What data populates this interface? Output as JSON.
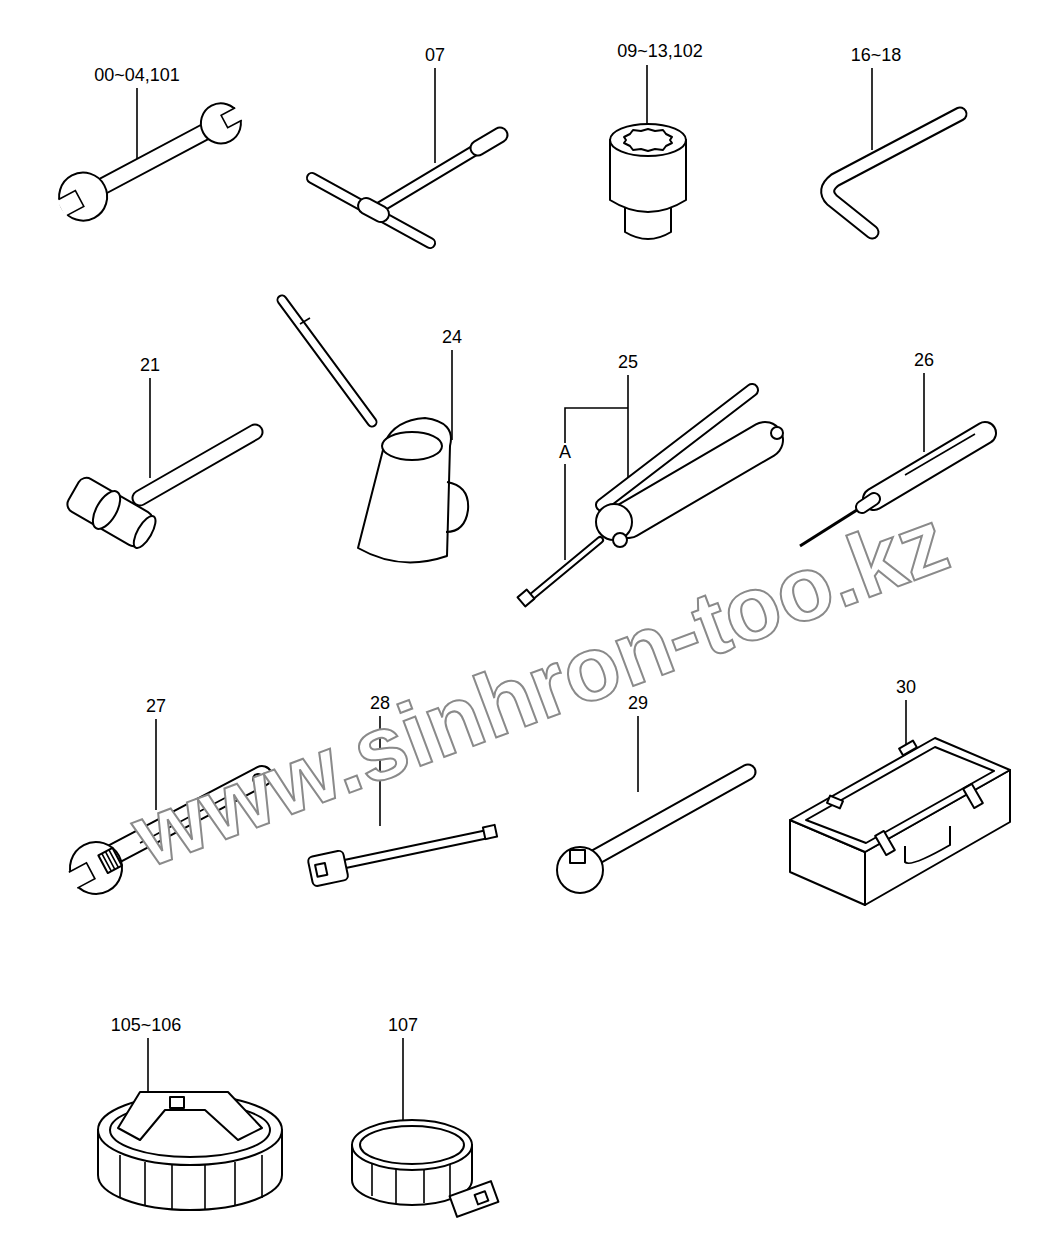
{
  "diagram": {
    "labels": [
      "00~04,101",
      "07",
      "09~13,102",
      "16~18",
      "21",
      "24",
      "25",
      "A",
      "26",
      "27",
      "28",
      "29",
      "30",
      "105~106",
      "107",
      "www.sinhron-too.kz"
    ]
  }
}
